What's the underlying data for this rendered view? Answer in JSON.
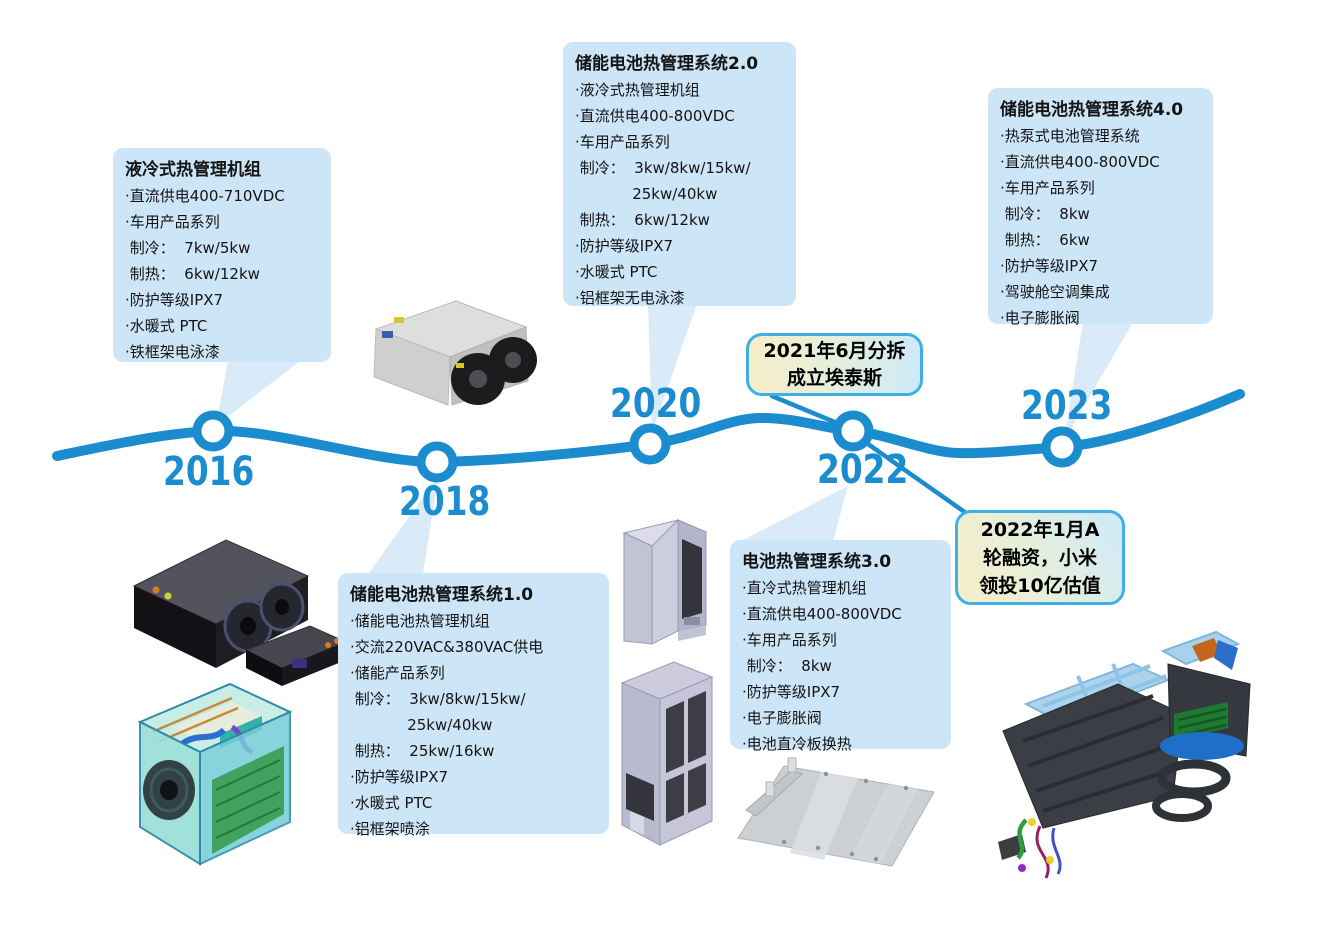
{
  "colors": {
    "timeline_blue": "#1b8ccd",
    "callout_fill": "#cce6f7",
    "callout_tail": "#d9eaf8",
    "event_border": "#3fb0e5",
    "event_gradient_start": "#f7eec7",
    "event_gradient_end": "#cdeafa",
    "text": "#141414"
  },
  "timeline": {
    "years": [
      {
        "label": "2016"
      },
      {
        "label": "2018"
      },
      {
        "label": "2020"
      },
      {
        "label": "2022"
      },
      {
        "label": "2023"
      }
    ]
  },
  "callouts": [
    {
      "id": "2016-liquid-cooling-unit",
      "title": "液冷式热管理机组",
      "lines": [
        "·直流供电400-710VDC",
        "·车用产品系列",
        " 制冷：  7kw/5kw",
        " 制热：  6kw/12kw",
        "·防护等级IPX7",
        "·水暖式 PTC",
        "·铁框架电泳漆"
      ]
    },
    {
      "id": "2020-system-2.0",
      "title": "储能电池热管理系统2.0",
      "lines": [
        "·液冷式热管理机组",
        "·直流供电400-800VDC",
        "·车用产品系列",
        " 制冷：  3kw/8kw/15kw/",
        "            25kw/40kw",
        " 制热：  6kw/12kw",
        "·防护等级IPX7",
        "·水暖式 PTC",
        "·铝框架无电泳漆"
      ]
    },
    {
      "id": "2023-system-4.0",
      "title": "储能电池热管理系统4.0",
      "lines": [
        "·热泵式电池管理系统",
        "·直流供电400-800VDC",
        "·车用产品系列",
        " 制冷：  8kw",
        " 制热：  6kw",
        "·防护等级IPX7",
        "·驾驶舱空调集成",
        "·电子膨胀阀"
      ]
    },
    {
      "id": "2018-system-1.0",
      "title": "储能电池热管理系统1.0",
      "lines": [
        "·储能电池热管理机组",
        "·交流220VAC&380VAC供电",
        "·储能产品系列",
        " 制冷：  3kw/8kw/15kw/",
        "            25kw/40kw",
        " 制热：  25kw/16kw",
        "·防护等级IPX7",
        "·水暖式 PTC",
        "·铝框架喷涂"
      ]
    },
    {
      "id": "2022-system-3.0",
      "title": "电池热管理系统3.0",
      "lines": [
        "·直冷式热管理机组",
        "·直流供电400-800VDC",
        "·车用产品系列",
        " 制冷：  8kw",
        "·防护等级IPX7",
        "·电子膨胀阀",
        "·电池直冷板换热"
      ]
    }
  ],
  "events": [
    {
      "id": "2021-spinoff",
      "lines": [
        "2021年6月分拆",
        "成立埃泰斯"
      ]
    },
    {
      "id": "2022-funding",
      "lines": [
        "2022年1月A",
        "轮融资，小米",
        "领投10亿估值"
      ]
    }
  ],
  "products": [
    {
      "name": "liquid-cooling-fan-unit-render"
    },
    {
      "name": "black-thermal-units-render"
    },
    {
      "name": "transparent-teal-unit-cad-render"
    },
    {
      "name": "slim-cabinet-render"
    },
    {
      "name": "tall-vented-cabinet-render"
    },
    {
      "name": "battery-cold-plate-render"
    },
    {
      "name": "hvac-assembly-cad-render"
    }
  ]
}
